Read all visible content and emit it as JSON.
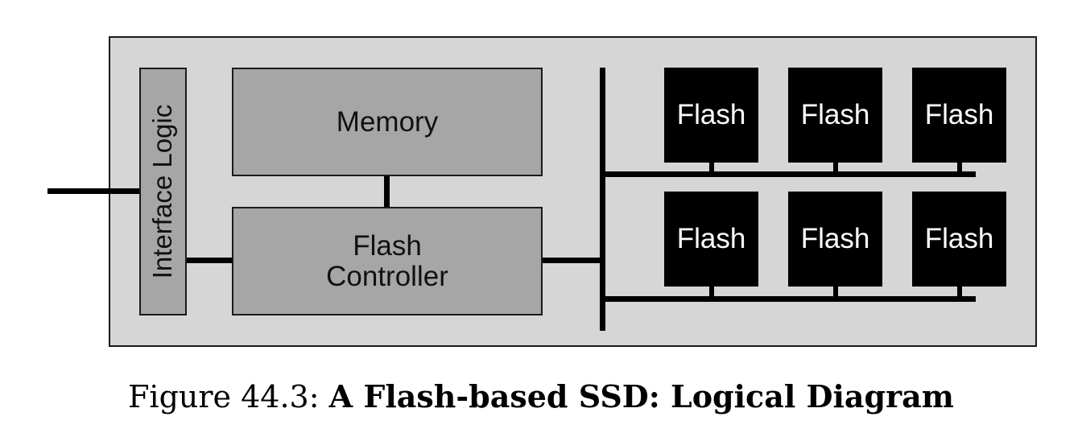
{
  "diagram": {
    "interface_label": "Interface Logic",
    "memory_label": "Memory",
    "controller_line1": "Flash",
    "controller_line2": "Controller",
    "flash_chips": [
      {
        "label": "Flash"
      },
      {
        "label": "Flash"
      },
      {
        "label": "Flash"
      },
      {
        "label": "Flash"
      },
      {
        "label": "Flash"
      },
      {
        "label": "Flash"
      }
    ]
  },
  "caption": {
    "prefix": "Figure 44.3:",
    "title": "A Flash-based SSD: Logical Diagram"
  },
  "colors": {
    "panel": "#d6d6d6",
    "component": "#a6a6a6",
    "flash": "#000000",
    "wire": "#000000"
  }
}
